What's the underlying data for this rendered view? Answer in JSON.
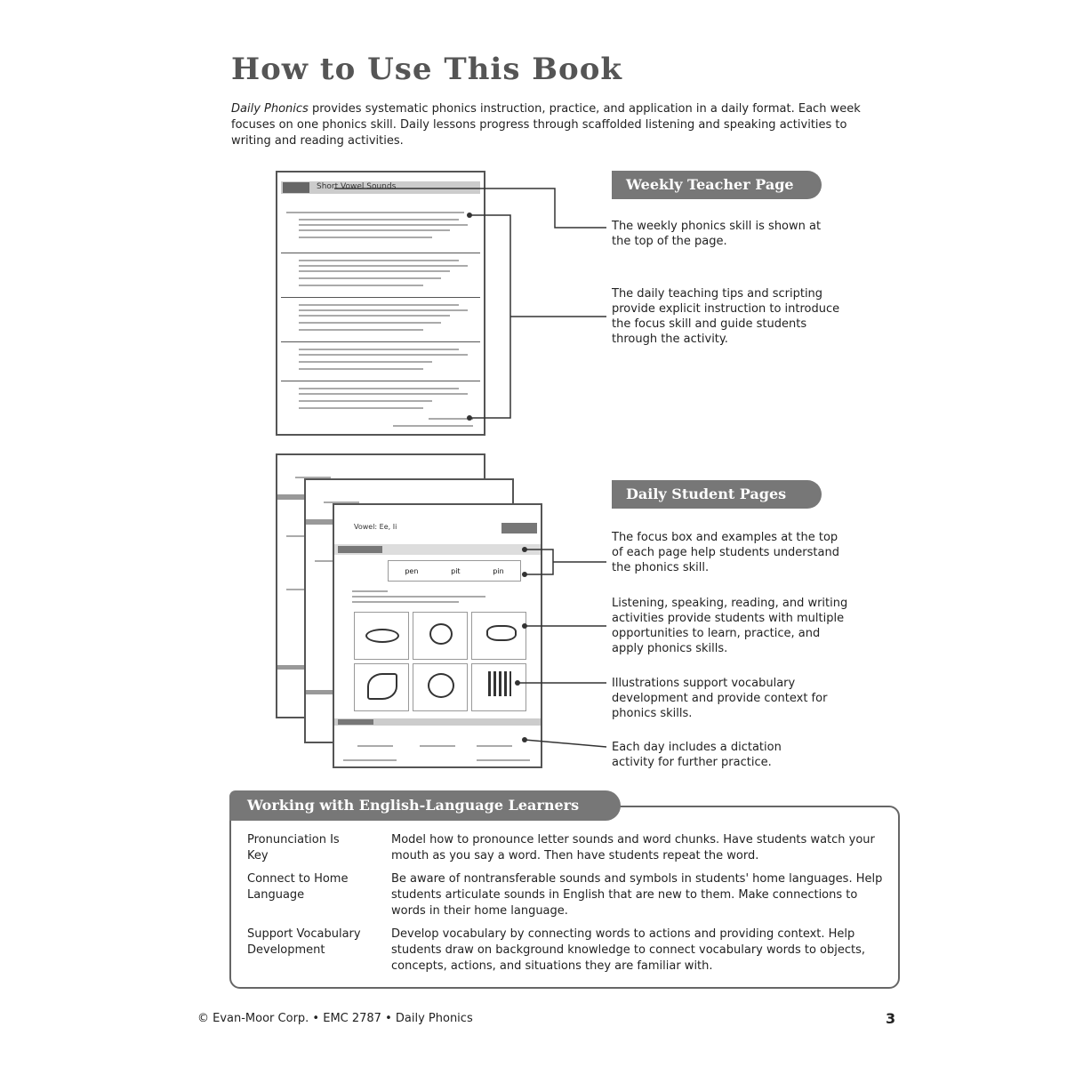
{
  "title": "How to Use This Book",
  "intro": {
    "italic_lead": "Daily Phonics",
    "text": " provides systematic phonics instruction, practice, and application in a daily format. Each week focuses on one phonics skill. Daily lessons progress through scaffolded listening and speaking activities to writing and reading activities."
  },
  "teacher_section": {
    "heading": "Weekly Teacher Page",
    "callouts": [
      "The weekly phonics skill is shown at the top of the page.",
      "The daily teaching tips and scripting provide explicit instruction to introduce the focus skill and guide students through the activity."
    ],
    "thumbnail_title": "Short Vowel Sounds"
  },
  "student_section": {
    "heading": "Daily Student Pages",
    "callouts": [
      "The focus box and examples at the top of each page help students understand the phonics skill.",
      "Listening, speaking, reading, and writing activities provide students with multiple opportunities to learn, practice, and apply phonics skills.",
      "Illustrations support vocabulary development and provide context for phonics skills.",
      "Each day includes a dictation activity for further practice."
    ],
    "thumbnail_title": "Vowel: Ee, Ii",
    "example_words": [
      "pen",
      "pit",
      "pin"
    ]
  },
  "ell": {
    "heading": "Working with English-Language Learners",
    "rows": [
      {
        "term": "Pronunciation Is Key",
        "desc": "Model how to pronounce letter sounds and word chunks. Have students watch your mouth as you say a word. Then have students repeat the word."
      },
      {
        "term": "Connect to Home Language",
        "desc": "Be aware of nontransferable sounds and symbols in students' home languages. Help students articulate sounds in English that are new to them. Make connections to words in their home language."
      },
      {
        "term": "Support Vocabulary Development",
        "desc": "Develop vocabulary by connecting words to actions and providing context. Help students draw on background knowledge to connect vocabulary words to objects, concepts, actions, and situations they are familiar with."
      }
    ]
  },
  "footer": {
    "left": "© Evan-Moor Corp. • EMC 2787 • Daily Phonics",
    "page": "3"
  }
}
